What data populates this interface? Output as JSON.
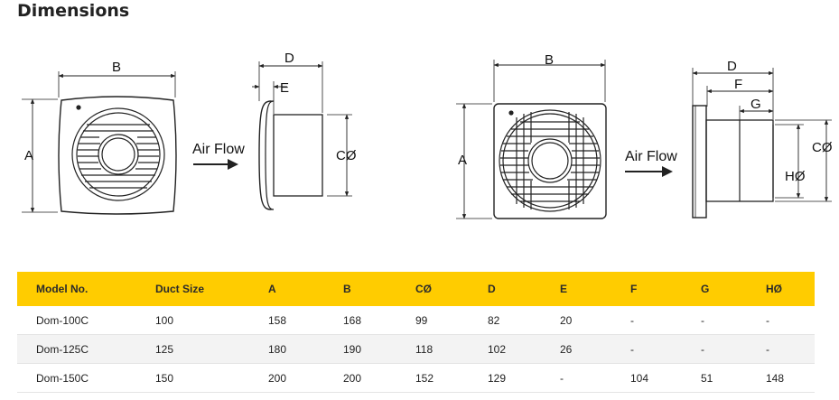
{
  "heading": "Dimensions",
  "diagram_left": {
    "front_labels": {
      "width": "B",
      "height": "A"
    },
    "airflow": "Air Flow",
    "side_labels": {
      "depth": "D",
      "flange": "E",
      "duct": "CØ"
    }
  },
  "diagram_right": {
    "front_labels": {
      "width": "B",
      "height": "A"
    },
    "airflow": "Air Flow",
    "side_labels": {
      "depth": "D",
      "f": "F",
      "g": "G",
      "duct": "CØ",
      "inner": "HØ"
    }
  },
  "table": {
    "headers": [
      "Model No.",
      "Duct Size",
      "A",
      "B",
      "CØ",
      "D",
      "E",
      "F",
      "G",
      "HØ"
    ],
    "rows": [
      [
        "Dom-100C",
        "100",
        "158",
        "168",
        "99",
        "82",
        "20",
        "-",
        "-",
        "-"
      ],
      [
        "Dom-125C",
        "125",
        "180",
        "190",
        "118",
        "102",
        "26",
        "-",
        "-",
        "-"
      ],
      [
        "Dom-150C",
        "150",
        "200",
        "200",
        "152",
        "129",
        "-",
        "104",
        "51",
        "148"
      ]
    ]
  },
  "colors": {
    "header_bg": "#ffcc00",
    "row_alt": "#f3f3f3"
  }
}
